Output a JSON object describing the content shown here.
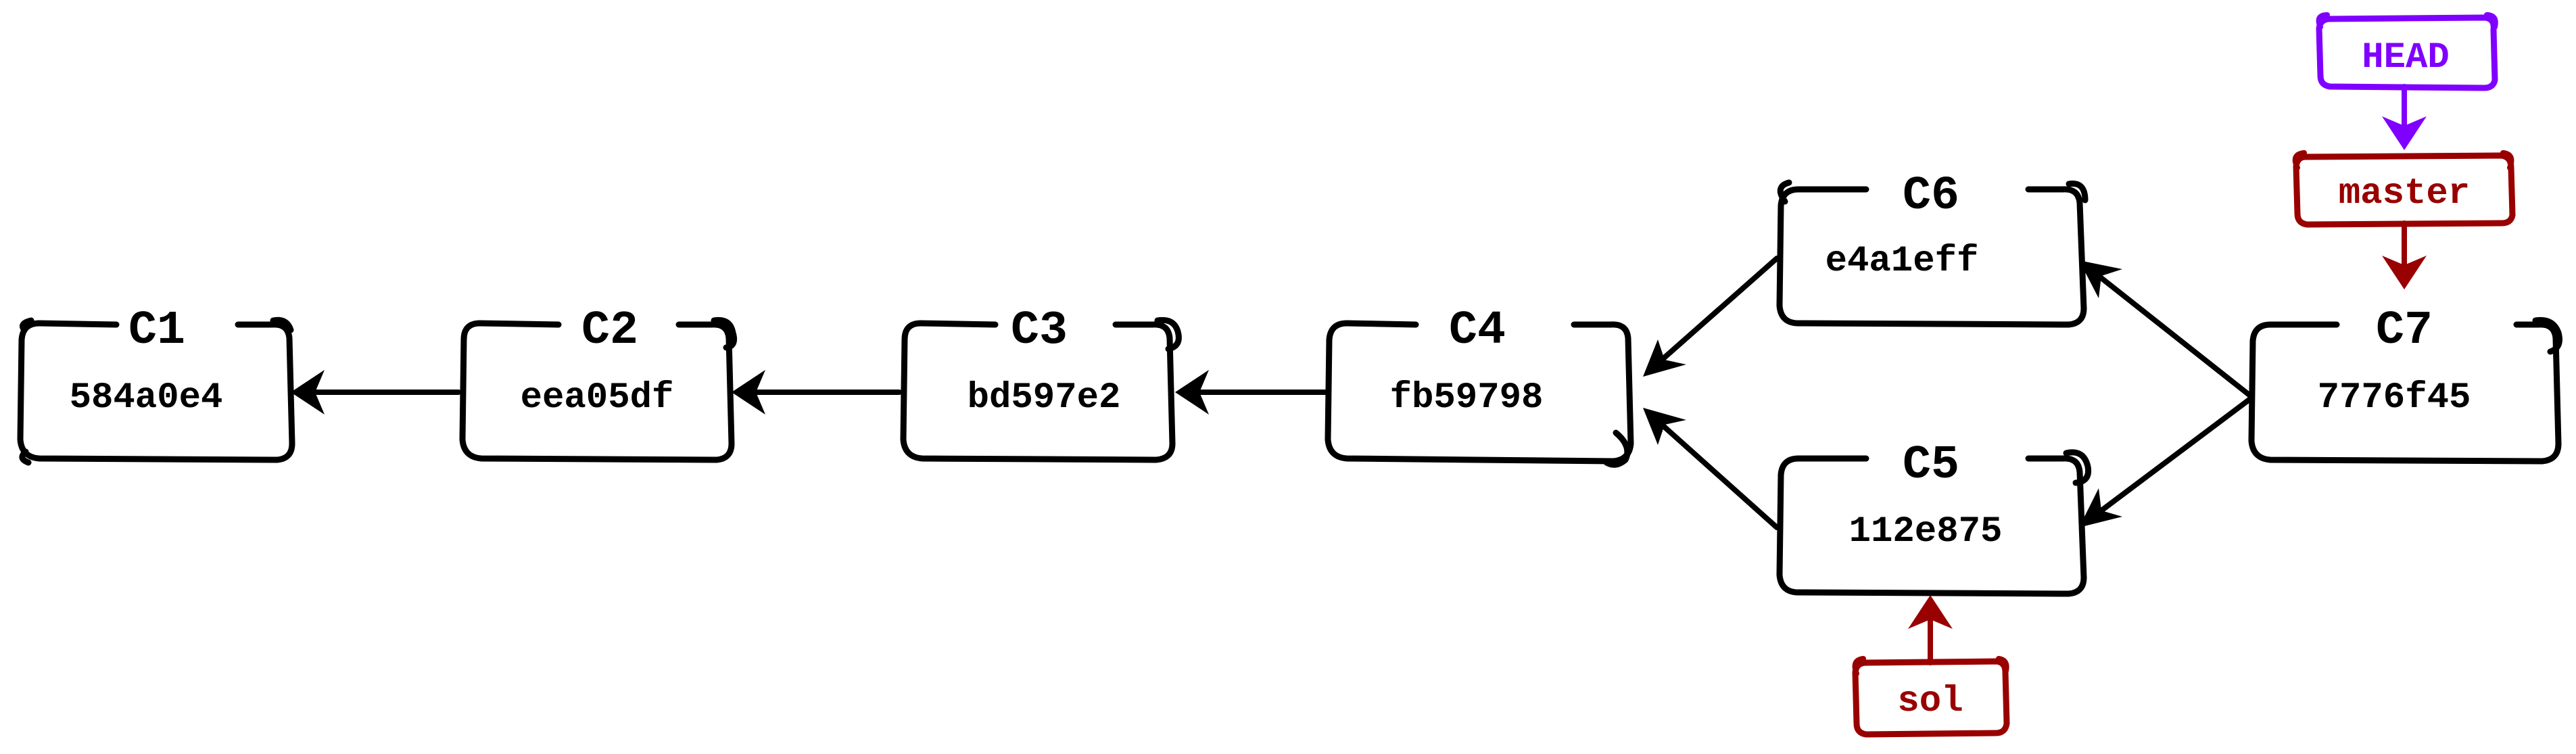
{
  "commits": [
    {
      "id": "C1",
      "hash": "584a0e4"
    },
    {
      "id": "C2",
      "hash": "eea05df"
    },
    {
      "id": "C3",
      "hash": "bd597e2"
    },
    {
      "id": "C4",
      "hash": "fb59798"
    },
    {
      "id": "C5",
      "hash": "112e875"
    },
    {
      "id": "C6",
      "hash": "e4a1eff"
    },
    {
      "id": "C7",
      "hash": "7776f45"
    }
  ],
  "parent_edges": [
    {
      "from": "C2",
      "to": "C1"
    },
    {
      "from": "C3",
      "to": "C2"
    },
    {
      "from": "C4",
      "to": "C3"
    },
    {
      "from": "C5",
      "to": "C4"
    },
    {
      "from": "C6",
      "to": "C4"
    },
    {
      "from": "C7",
      "to": "C5"
    },
    {
      "from": "C7",
      "to": "C6"
    }
  ],
  "refs": [
    {
      "key": "head",
      "label": "HEAD",
      "color": "#8000ff",
      "points_to": "master"
    },
    {
      "key": "master",
      "label": "master",
      "color": "#990000",
      "points_to": "C7"
    },
    {
      "key": "sol",
      "label": "sol",
      "color": "#990000",
      "points_to": "C5"
    }
  ],
  "colors": {
    "commit": "#000000",
    "head": "#8000ff",
    "branch": "#990000",
    "background": "#ffffff"
  }
}
